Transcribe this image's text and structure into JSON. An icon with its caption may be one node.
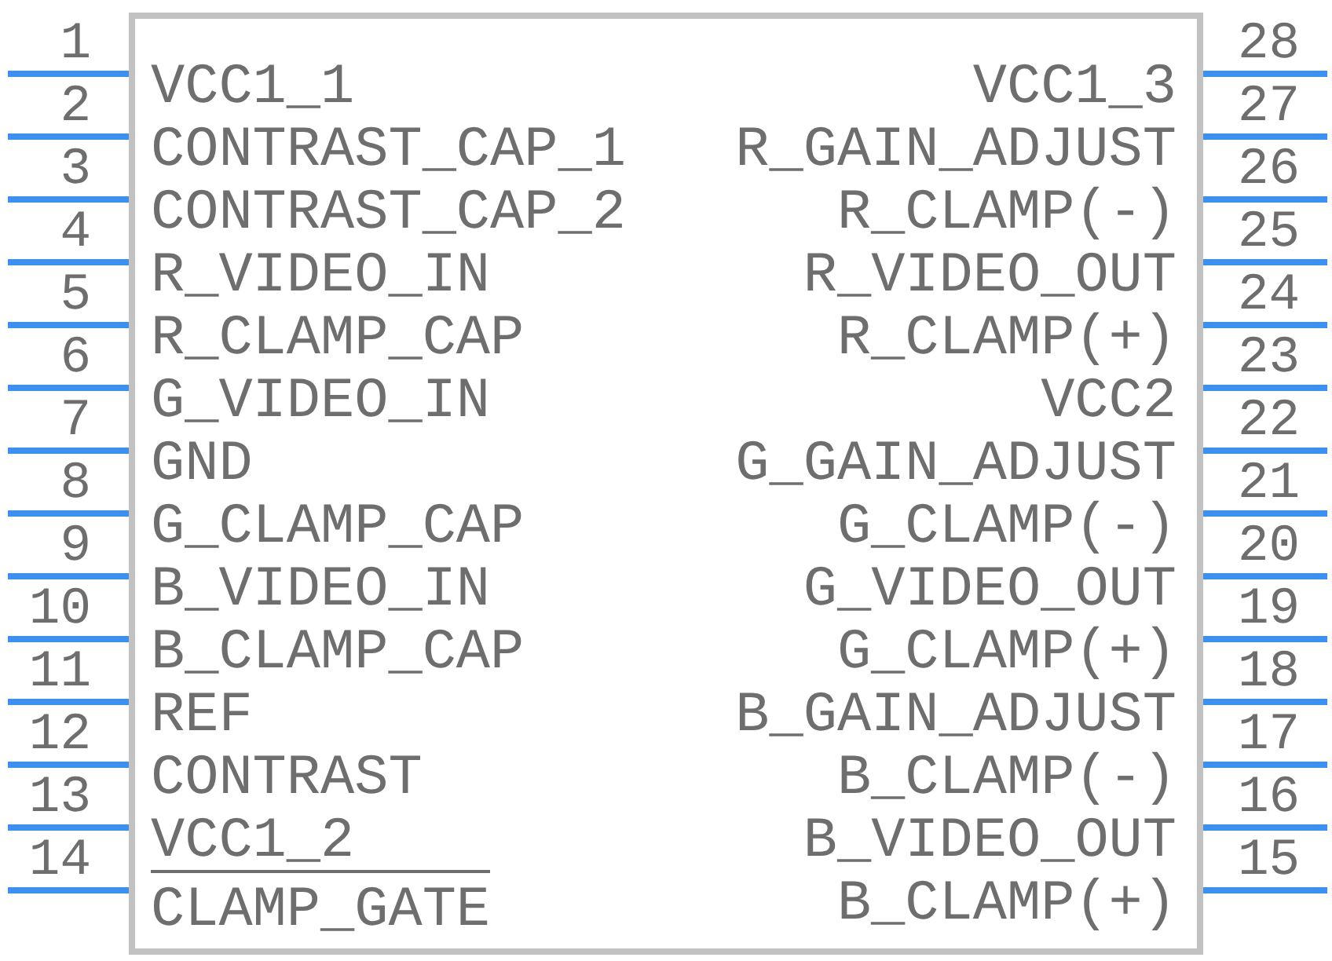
{
  "diagram": {
    "labels": [
      "1",
      "VCC1_1",
      "VCC1_3",
      "28",
      "2",
      "CONTRAST_CAP_1",
      "R_GAIN_ADJUST",
      "27",
      "3",
      "CONTRAST_CAP_2",
      "R_CLAMP(-)",
      "26",
      "4",
      "R_VIDEO_IN",
      "R_VIDEO_OUT",
      "25",
      "5",
      "R_CLAMP_CAP",
      "R_CLAMP(+)",
      "24",
      "6",
      "G_VIDEO_IN",
      "VCC2",
      "23",
      "7",
      "GND",
      "G_GAIN_ADJUST",
      "22",
      "8",
      "G_CLAMP_CAP",
      "G_CLAMP(-)",
      "21",
      "9",
      "B_VIDEO_IN",
      "G_VIDEO_OUT",
      "20",
      "10",
      "B_CLAMP_CAP",
      "G_CLAMP(+)",
      "19",
      "11",
      "REF",
      "B_GAIN_ADJUST",
      "18",
      "12",
      "CONTRAST",
      "B_CLAMP(-)",
      "17",
      "13",
      "VCC1_2",
      "B_VIDEO_OUT",
      "16",
      "14",
      "CLAMP_GATE",
      "B_CLAMP(+)",
      "15"
    ]
  }
}
